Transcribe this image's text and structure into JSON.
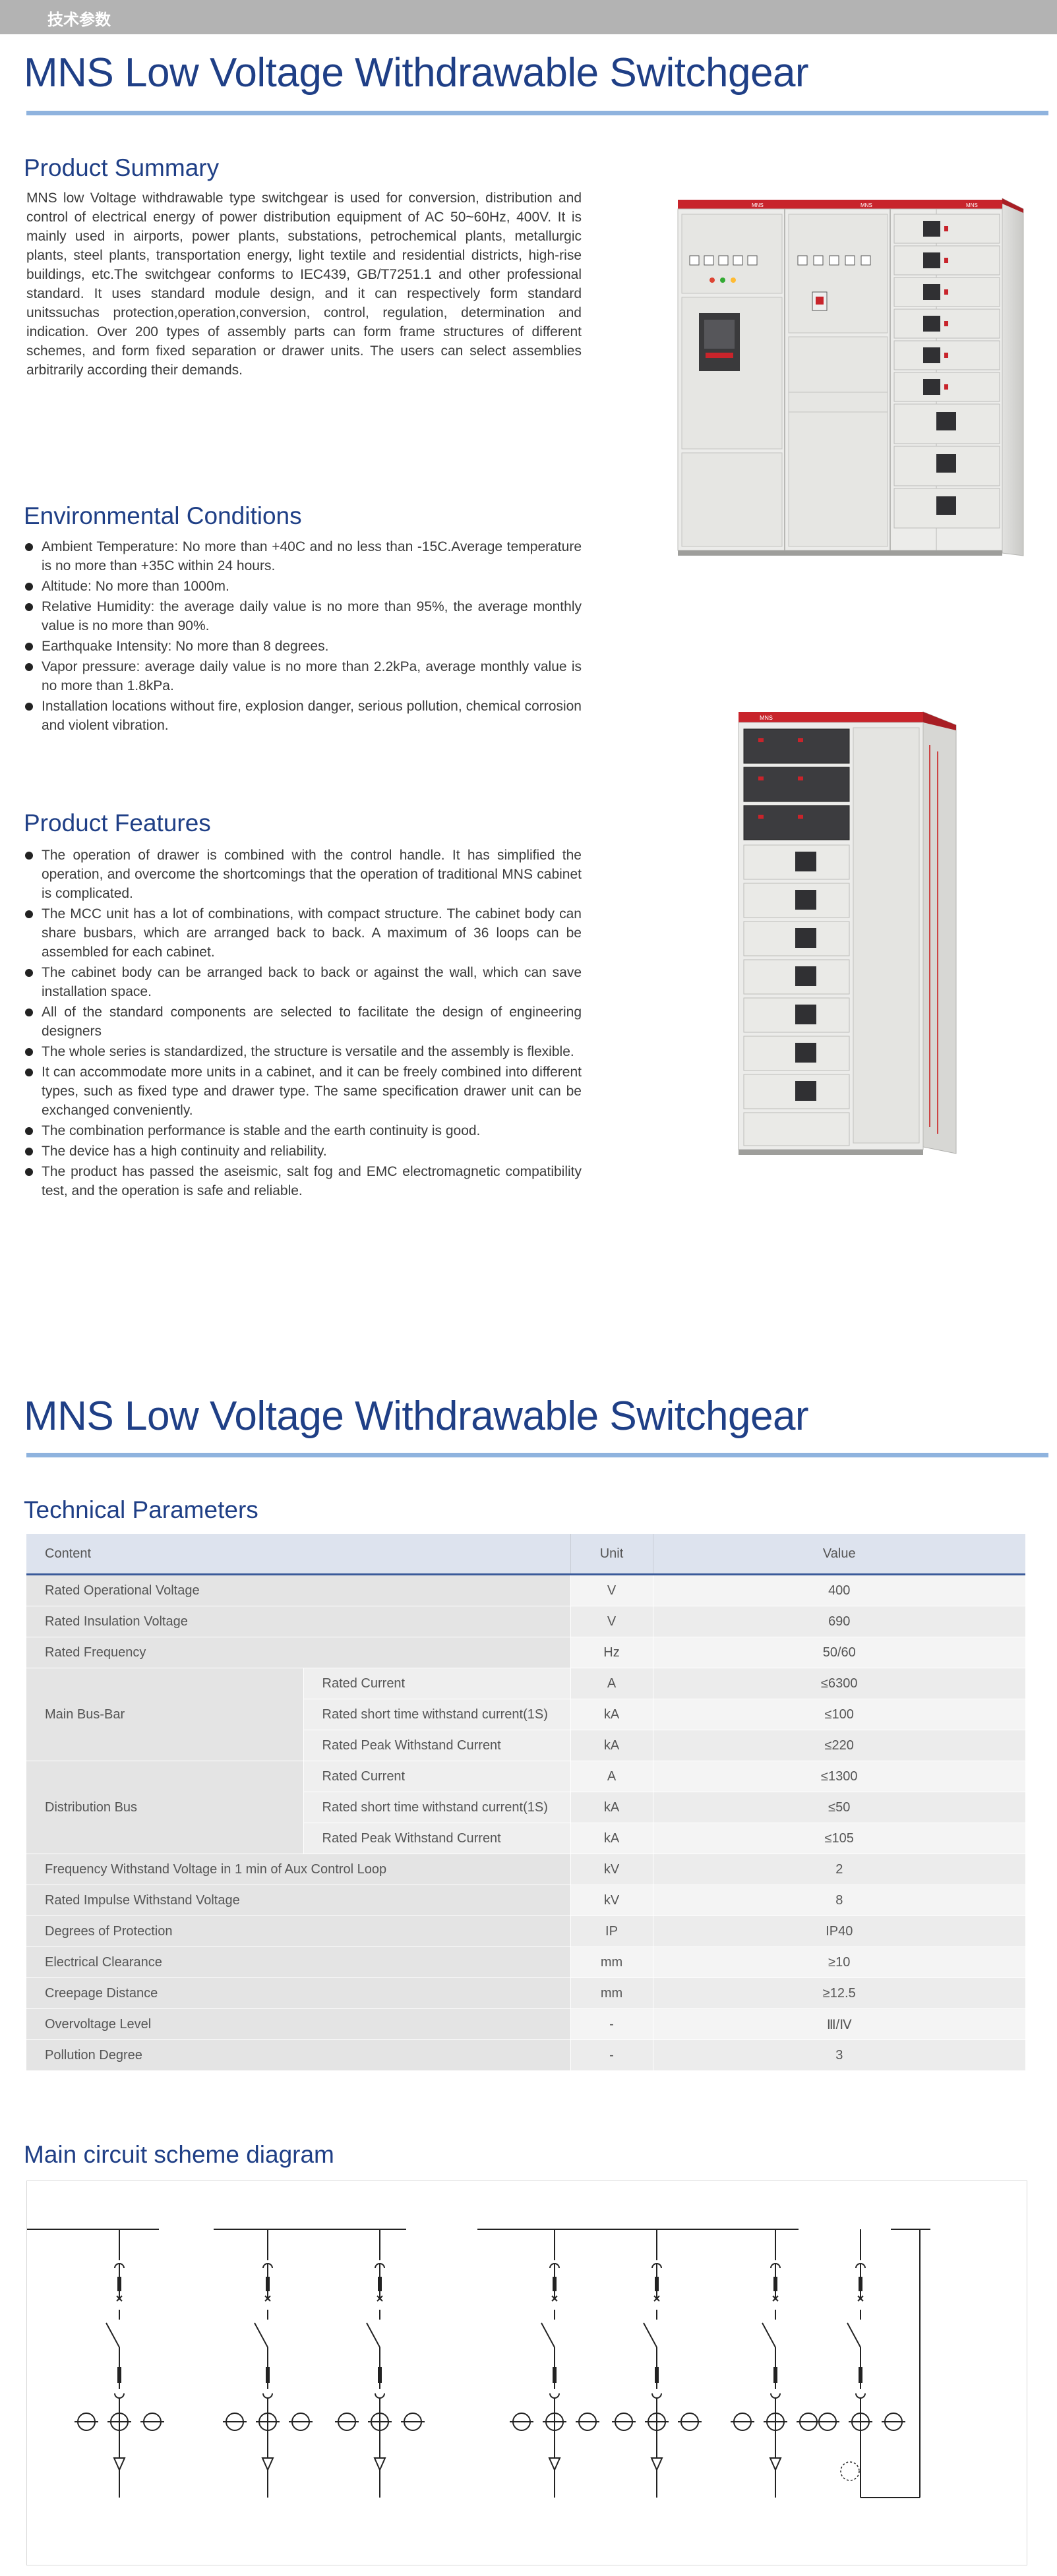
{
  "header": {
    "label": "技术参数"
  },
  "section1": {
    "title": "MNS Low Voltage Withdrawable Switchgear",
    "summary": {
      "heading": "Product Summary",
      "text": "MNS low Voltage withdrawable type switchgear is used for conversion, distribution and control of electrical energy of power distribution equipment of AC 50~60Hz, 400V. It is mainly used in airports, power plants, substations, petrochemical plants, metallurgic plants, steel plants, transportation energy, light textile and residential districts, high-rise buildings, etc.The switchgear conforms to IEC439, GB/T7251.1 and other professional standard. It uses standard module design, and it can respectively form standard unitssuchas protection,operation,conversion, control, regulation, determination and indication. Over 200 types of assembly parts can form frame structures of different schemes, and form fixed separation or drawer units. The users can select assemblies arbitrarily according their demands."
    },
    "environment": {
      "heading": "Environmental Conditions",
      "items": [
        "Ambient Temperature: No more than +40C and no less than -15C.Average temperature is no more than +35C within 24 hours.",
        "Altitude: No more than 1000m.",
        "Relative Humidity: the average daily value is no more than 95%, the average monthly value is no more than 90%.",
        "Earthquake Intensity: No more than 8 degrees.",
        "Vapor pressure: average daily value is no more than 2.2kPa, average monthly value is no more than 1.8kPa.",
        "Installation locations without fire, explosion danger, serious pollution, chemical corrosion and violent vibration."
      ]
    },
    "features": {
      "heading": "Product Features",
      "items": [
        "The operation of drawer is combined with the control handle. It has simplified the operation, and overcome the shortcomings that the operation of traditional MNS cabinet is complicated.",
        "The MCC unit has a lot of combinations, with compact structure. The cabinet body can share busbars, which are arranged back to back. A maximum of 36 loops can be assembled for each cabinet.",
        "The cabinet body can be arranged back to back or against the wall, which can save installation space.",
        "All of the standard components are selected to facilitate the design of engineering designers",
        "The whole series is standardized, the structure is versatile and the assembly is flexible.",
        "It can accommodate more units in a cabinet, and it can be freely combined into different types, such as fixed type and drawer type. The same specification drawer unit can be exchanged conveniently.",
        "The combination performance is stable and the earth continuity is good.",
        "The device has a high continuity and reliability.",
        "The product has passed the aseismic, salt fog and EMC electromagnetic compatibility test, and the operation is safe and reliable."
      ]
    },
    "photo_brand": "MNS"
  },
  "section2": {
    "title": "MNS Low Voltage Withdrawable Switchgear",
    "tech_heading": "Technical Parameters",
    "table": {
      "headers": [
        "Content",
        "Unit",
        "Value"
      ],
      "rows": [
        {
          "content": "Rated Operational Voltage",
          "unit": "V",
          "value": "400"
        },
        {
          "content": "Rated Insulation Voltage",
          "unit": "V",
          "value": "690"
        },
        {
          "content": "Rated Frequency",
          "unit": "Hz",
          "value": "50/60"
        },
        {
          "group": "Main Bus-Bar",
          "sub": [
            {
              "content": "Rated Current",
              "unit": "A",
              "value": "≤6300"
            },
            {
              "content": "Rated short time withstand current(1S)",
              "unit": "kA",
              "value": "≤100"
            },
            {
              "content": "Rated Peak Withstand Current",
              "unit": "kA",
              "value": "≤220"
            }
          ]
        },
        {
          "group": "Distribution Bus",
          "sub": [
            {
              "content": "Rated Current",
              "unit": "A",
              "value": "≤1300"
            },
            {
              "content": "Rated short time withstand current(1S)",
              "unit": "kA",
              "value": "≤50"
            },
            {
              "content": "Rated Peak Withstand Current",
              "unit": "kA",
              "value": "≤105"
            }
          ]
        },
        {
          "content": "Frequency Withstand Voltage in 1 min of Aux Control Loop",
          "unit": "kV",
          "value": "2"
        },
        {
          "content": "Rated Impulse Withstand Voltage",
          "unit": "kV",
          "value": "8"
        },
        {
          "content": "Degrees of Protection",
          "unit": "IP",
          "value": "IP40"
        },
        {
          "content": "Electrical Clearance",
          "unit": "mm",
          "value": "≥10"
        },
        {
          "content": "Creepage Distance",
          "unit": "mm",
          "value": "≥12.5"
        },
        {
          "content": "Overvoltage Level",
          "unit": "-",
          "value": "Ⅲ/Ⅳ"
        },
        {
          "content": "Pollution Degree",
          "unit": "-",
          "value": "3"
        }
      ]
    },
    "scheme_heading": "Main circuit scheme diagram"
  }
}
